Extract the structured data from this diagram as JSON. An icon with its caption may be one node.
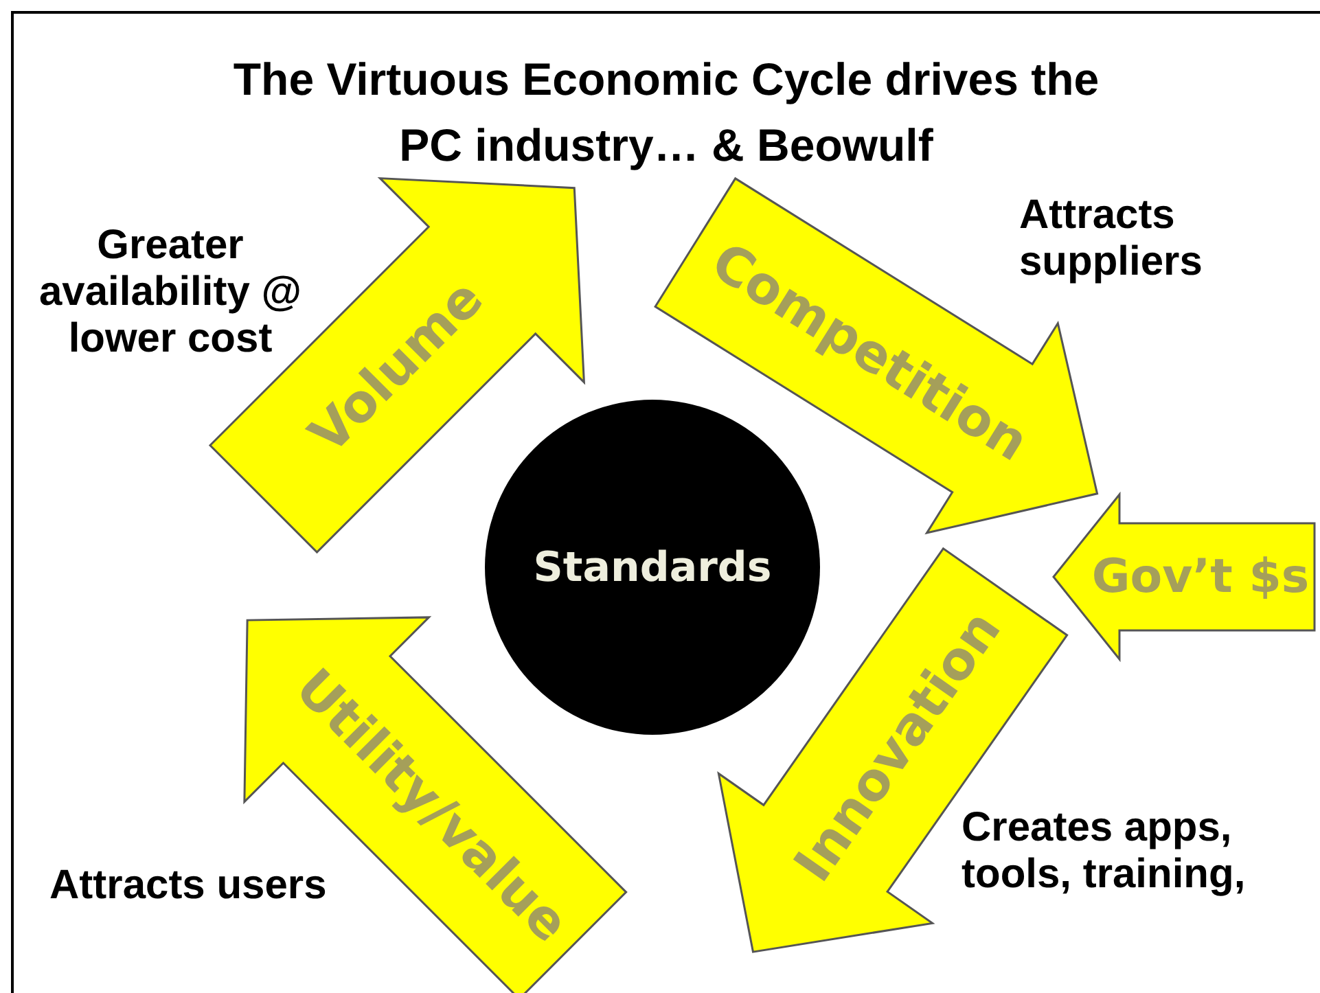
{
  "diagram": {
    "title": "The Virtuous Economic Cycle drives the PC industry… & Beowulf",
    "nodes": [
      {
        "text": [
          "Volume"
        ],
        "beside": [
          "Greater availability @ lower cost"
        ]
      },
      {
        "text": [
          "Competition"
        ],
        "beside": [
          "Attracts suppliers"
        ]
      },
      {
        "text": [
          "Gov’t $s"
        ]
      },
      {
        "text": [
          "Standards"
        ]
      },
      {
        "text": [
          "Utility/value"
        ],
        "beside": [
          "Attracts users"
        ]
      },
      {
        "text": [
          "Innovation"
        ],
        "beside": [
          "Creates apps, tools, training,"
        ]
      }
    ]
  }
}
